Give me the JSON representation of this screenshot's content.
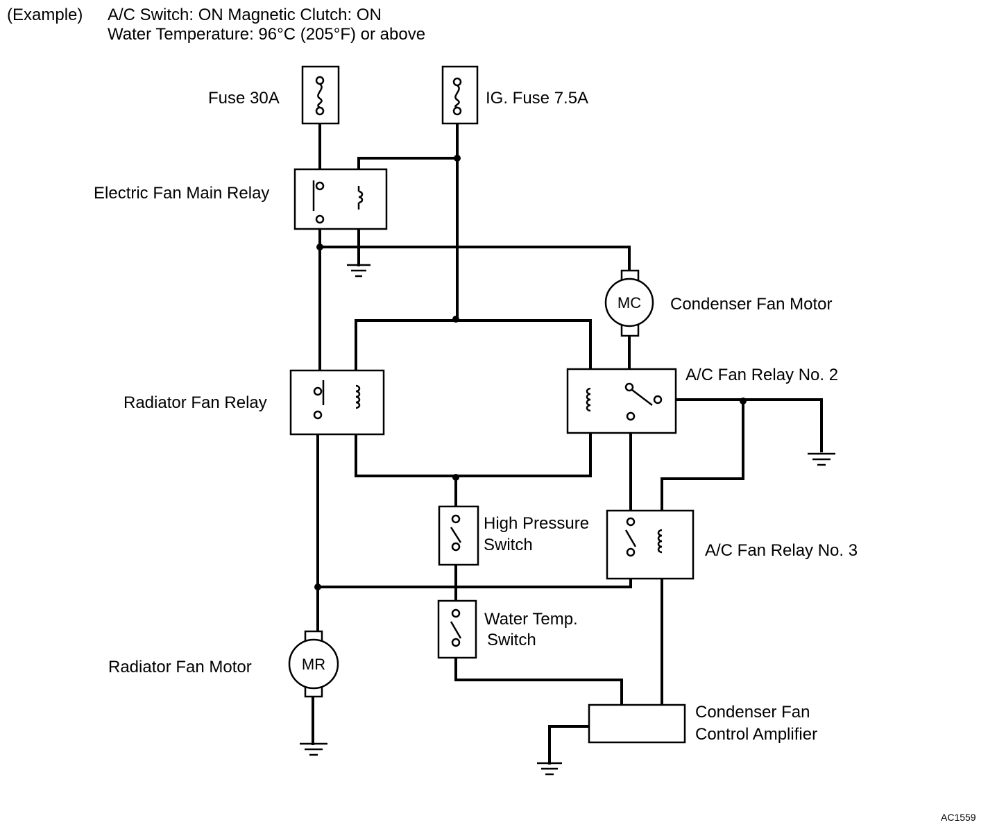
{
  "header": {
    "example": "(Example)",
    "line1": "A/C Switch: ON Magnetic Clutch: ON",
    "line2": "Water Temperature: 96°C (205°F) or above"
  },
  "components": {
    "fuse_30a": "Fuse 30A",
    "ig_fuse": "IG. Fuse 7.5A",
    "main_relay": "Electric Fan Main Relay",
    "condenser_fan_motor": "Condenser Fan Motor",
    "mc": "MC",
    "radiator_fan_relay": "Radiator Fan Relay",
    "ac_fan_relay_2": "A/C Fan Relay No. 2",
    "high_pressure_switch_line1": "High Pressure",
    "high_pressure_switch_line2": "Switch",
    "ac_fan_relay_3": "A/C Fan Relay No. 3",
    "water_temp_switch_line1": "Water Temp.",
    "water_temp_switch_line2": "Switch",
    "radiator_fan_motor": "Radiator Fan Motor",
    "mr": "MR",
    "amplifier_line1": "Condenser Fan",
    "amplifier_line2": "Control Amplifier"
  },
  "figure_code": "AC1559"
}
